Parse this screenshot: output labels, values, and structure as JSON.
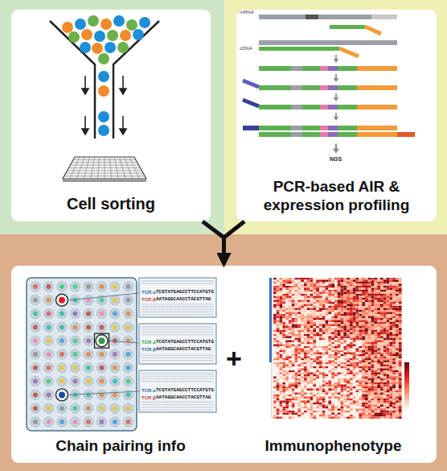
{
  "diagram": {
    "nodes": [
      {
        "text": [
          "Cell sorting"
        ]
      },
      {
        "text": [
          "PCR-based AIR & expression profiling"
        ]
      },
      {
        "text": [
          "Chain pairing info",
          "Immunophenotype"
        ]
      }
    ],
    "edges": [
      {
        "from": 0,
        "to": 2,
        "arrow": "to"
      },
      {
        "from": 1,
        "to": 2,
        "arrow": "to"
      }
    ],
    "labels": [
      "mRNA",
      "cDNA",
      "NGS",
      "TCR α",
      "TCGTATGAGCCTTCCATGTG",
      "TCR β",
      "AATAGGCAACCTACGTTAG",
      "TCR α",
      "TCGTATGAGCCTTCCATGTG",
      "TCR β",
      "AATAGGCAACCTACGTTAG",
      "TCR α",
      "TCGTATGAGCCTTCCATGTG",
      "TCR β",
      "AATAGGCAACCTACGTTAG",
      "+"
    ]
  }
}
